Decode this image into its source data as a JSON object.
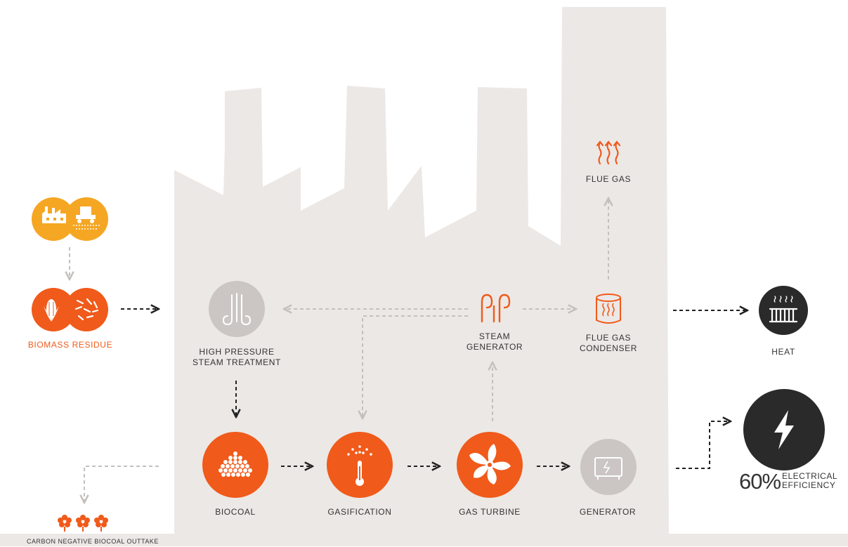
{
  "colors": {
    "factory": "#ece8e6",
    "orange": "#f05a1a",
    "yellow": "#f5a623",
    "grey_node": "#cbc6c3",
    "dark": "#2a2a2a",
    "arrow_dark": "#222222",
    "arrow_light": "#c4c0bd"
  },
  "labels": {
    "biomass_residue": "BIOMASS RESIDUE",
    "hp_steam_line1": "HIGH PRESSURE",
    "hp_steam_line2": "STEAM TREATMENT",
    "steam_gen_line1": "STEAM",
    "steam_gen_line2": "GENERATOR",
    "flue_condenser_line1": "FLUE GAS",
    "flue_condenser_line2": "CONDENSER",
    "flue_gas": "FLUE GAS",
    "heat": "HEAT",
    "biocoal": "BIOCOAL",
    "gasification": "GASIFICATION",
    "gas_turbine": "GAS TURBINE",
    "generator": "GENERATOR",
    "carbon_negative": "CARBON NEGATIVE BIOCOAL OUTTAKE"
  },
  "efficiency": {
    "percent": "60%",
    "line1": "ELECTRICAL",
    "line2": "EFFICIENCY"
  },
  "icons": {
    "biomass_sources": [
      "factory-icon",
      "tractor-icon"
    ],
    "biomass_residue": [
      "corn-icon",
      "wood-chips-icon"
    ],
    "hp_steam": "steam-pipes-icon",
    "steam_generator": "steam-generator-icon",
    "flue_condenser": "condenser-tank-icon",
    "flue_gas": "heat-waves-icon",
    "heat": "radiator-icon",
    "biocoal": "pellets-icon",
    "gasification": "thermometer-icon",
    "gas_turbine": "turbine-fan-icon",
    "generator": "generator-icon",
    "electricity": "lightning-bolt-icon",
    "carbon_negative": "flower-icon"
  }
}
